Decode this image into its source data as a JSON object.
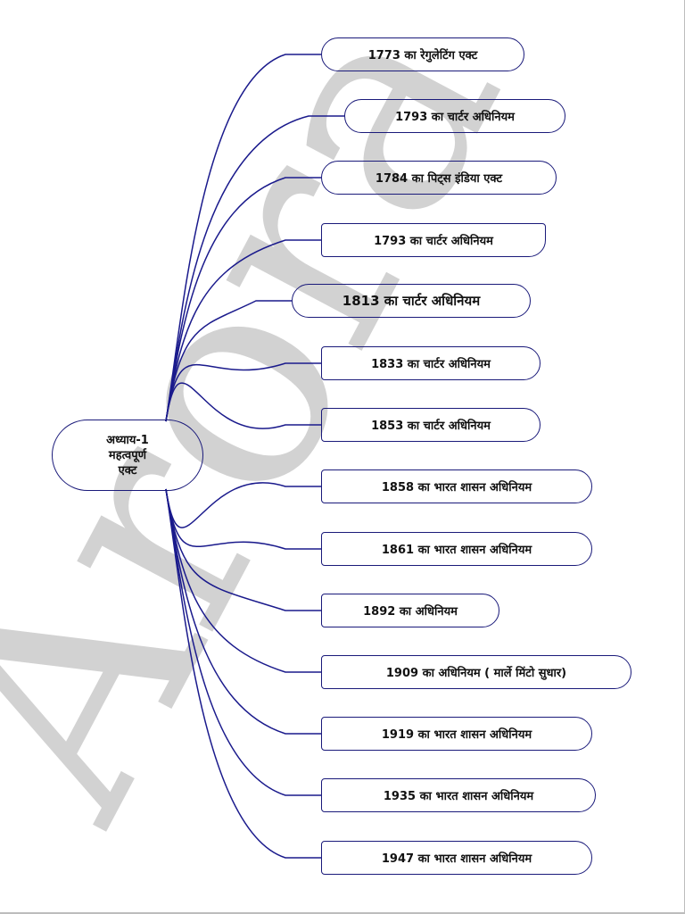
{
  "watermark": "Arora IAS",
  "center": {
    "lines": [
      "अध्याय-1",
      "महत्वपूर्ण",
      "एक्ट"
    ]
  },
  "nodes": [
    {
      "label": "1773 का रेगुलेटिंग एक्ट"
    },
    {
      "label": "1793 का चार्टर अधिनियम"
    },
    {
      "label": "1784 का पिट्स इंडिया एक्ट"
    },
    {
      "label": "1793 का चार्टर अधिनियम"
    },
    {
      "label": "1813 का चार्टर अधिनियम"
    },
    {
      "label": "1833 का चार्टर अधिनियम"
    },
    {
      "label": "1853 का चार्टर अधिनियम"
    },
    {
      "label": "1858 का भारत शासन अधिनियम"
    },
    {
      "label": "1861 का भारत शासन अधिनियम"
    },
    {
      "label": "1892 का अधिनियम"
    },
    {
      "label": "1909 का अधिनियम ( मार्ले मिंटो सुधार)"
    },
    {
      "label": "1919 का भारत शासन अधिनियम"
    },
    {
      "label": "1935 का भारत शासन अधिनियम"
    },
    {
      "label": "1947 का भारत शासन अधिनियम"
    }
  ],
  "colors": {
    "connector": "#1a1a8c",
    "border": "#1a1a7a",
    "watermark": "#d2d2d2"
  }
}
